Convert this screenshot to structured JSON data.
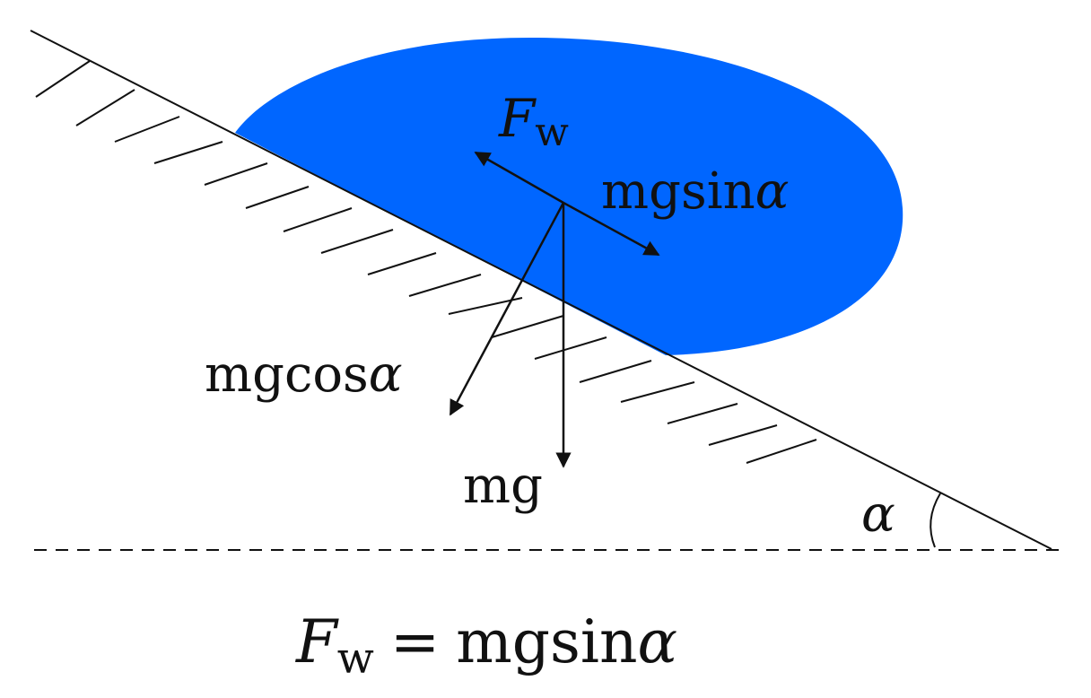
{
  "diagram": {
    "labels": {
      "fw_symbol": "F",
      "fw_sub": "w",
      "mgsin_text": "mgsin",
      "mgcos_text": "mgcos",
      "mg_text": "mg",
      "alpha": "α",
      "equation_lhs_symbol": "F",
      "equation_lhs_sub": "w",
      "equation_eq": "=",
      "equation_rhs_text": "mgsin"
    },
    "colors": {
      "fluid_body": "#0066ff",
      "lines": "#111111",
      "background": "#ffffff"
    }
  }
}
